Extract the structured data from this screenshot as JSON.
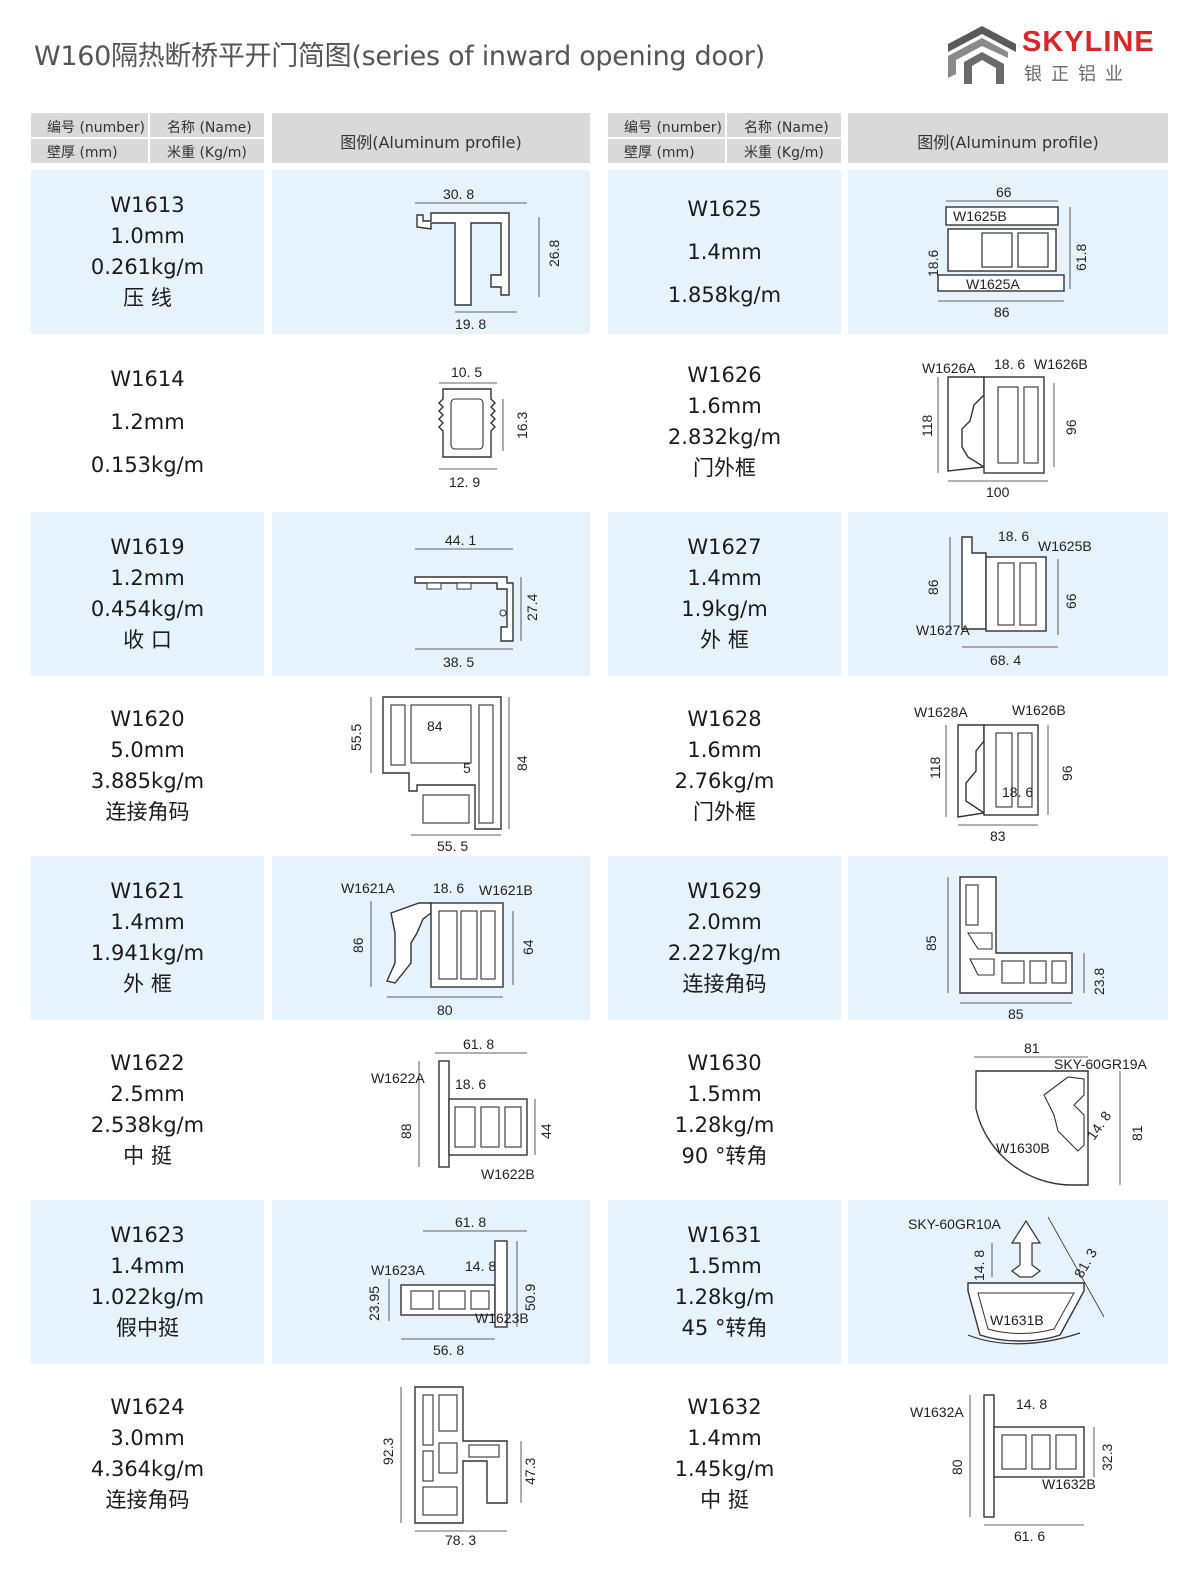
{
  "header": {
    "title": "W160隔热断桥平开门简图(series of inward opening door)",
    "brand": "SKYLINE",
    "brand_cn": "银正铝业"
  },
  "columns": {
    "number": "编号 (number)",
    "name": "名称 (Name)",
    "thickness": "壁厚 (mm)",
    "weight": "米重 (Kg/m)",
    "figure": "图例(Aluminum profile)"
  },
  "left": [
    {
      "code": "W1613",
      "thickness": "1.0mm",
      "weight": "0.261kg/m",
      "name": "压 线",
      "dims": [
        "30. 8",
        "26.8",
        "19. 8"
      ]
    },
    {
      "code": "W1614",
      "thickness": "1.2mm",
      "weight": "0.153kg/m",
      "name": "",
      "dims": [
        "10. 5",
        "16.3",
        "12. 9"
      ]
    },
    {
      "code": "W1619",
      "thickness": "1.2mm",
      "weight": "0.454kg/m",
      "name": "收 口",
      "dims": [
        "44. 1",
        "27.4",
        "38. 5"
      ]
    },
    {
      "code": "W1620",
      "thickness": "5.0mm",
      "weight": "3.885kg/m",
      "name": "连接角码",
      "dims": [
        "84",
        "55.5",
        "5",
        "84",
        "55. 5"
      ]
    },
    {
      "code": "W1621",
      "thickness": "1.4mm",
      "weight": "1.941kg/m",
      "name": "外 框",
      "dims": [
        "W1621A",
        "18. 6",
        "W1621B",
        "86",
        "64",
        "80"
      ]
    },
    {
      "code": "W1622",
      "thickness": "2.5mm",
      "weight": "2.538kg/m",
      "name": "中 挺",
      "dims": [
        "61. 8",
        "W1622A",
        "18. 6",
        "88",
        "44",
        "W1622B"
      ]
    },
    {
      "code": "W1623",
      "thickness": "1.4mm",
      "weight": "1.022kg/m",
      "name": "假中挺",
      "dims": [
        "61. 8",
        "W1623A",
        "14. 8",
        "23.95",
        "50.9",
        "W1623B",
        "56. 8"
      ]
    },
    {
      "code": "W1624",
      "thickness": "3.0mm",
      "weight": "4.364kg/m",
      "name": "连接角码",
      "dims": [
        "92.3",
        "47.3",
        "78. 3"
      ]
    }
  ],
  "right": [
    {
      "code": "W1625",
      "thickness": "1.4mm",
      "weight": "1.858kg/m",
      "name": "",
      "dims": [
        "66",
        "W1625B",
        "18.6",
        "61.8",
        "W1625A",
        "86"
      ]
    },
    {
      "code": "W1626",
      "thickness": "1.6mm",
      "weight": "2.832kg/m",
      "name": "门外框",
      "dims": [
        "W1626A",
        "18. 6",
        "W1626B",
        "118",
        "96",
        "100"
      ]
    },
    {
      "code": "W1627",
      "thickness": "1.4mm",
      "weight": "1.9kg/m",
      "name": "外 框",
      "dims": [
        "18. 6",
        "W1625B",
        "86",
        "66",
        "W1627A",
        "68. 4"
      ]
    },
    {
      "code": "W1628",
      "thickness": "1.6mm",
      "weight": "2.76kg/m",
      "name": "门外框",
      "dims": [
        "W1628A",
        "W1626B",
        "118",
        "96",
        "18. 6",
        "83"
      ]
    },
    {
      "code": "W1629",
      "thickness": "2.0mm",
      "weight": "2.227kg/m",
      "name": "连接角码",
      "dims": [
        "85",
        "23.8",
        "85"
      ]
    },
    {
      "code": "W1630",
      "thickness": "1.5mm",
      "weight": "1.28kg/m",
      "name": "90 °转角",
      "dims": [
        "81",
        "SKY-60GR19A",
        "14. 8",
        "81",
        "W1630B"
      ]
    },
    {
      "code": "W1631",
      "thickness": "1.5mm",
      "weight": "1.28kg/m",
      "name": "45 °转角",
      "dims": [
        "SKY-60GR10A",
        "14. 8",
        "81. 3",
        "W1631B"
      ]
    },
    {
      "code": "W1632",
      "thickness": "1.4mm",
      "weight": "1.45kg/m",
      "name": "中 挺",
      "dims": [
        "W1632A",
        "14. 8",
        "80",
        "32.3",
        "W1632B",
        "61. 6"
      ]
    }
  ]
}
